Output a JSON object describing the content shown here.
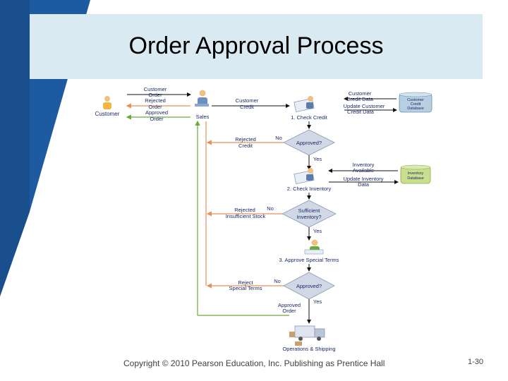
{
  "slide": {
    "title": "Order Approval Process",
    "footer": "Copyright © 2010 Pearson Education, Inc. Publishing as Prentice Hall",
    "page_number": "1-30"
  },
  "diagram": {
    "actors": {
      "customer": "Customer",
      "sales": "Sales",
      "operations": "Operations & Shipping"
    },
    "databases": {
      "credit_line1": "Customer",
      "credit_line2": "Credit",
      "credit_line3": "Database",
      "inventory_line1": "Inventory",
      "inventory_line2": "Database"
    },
    "customer_sales_flows": {
      "customer_order_1": "Customer",
      "customer_order_2": "Order",
      "rejected_order_1": "Rejected",
      "rejected_order_2": "Order",
      "approved_order_1": "Approved",
      "approved_order_2": "Order"
    },
    "steps": {
      "step1": "1. Check Credit",
      "step2": "2. Check Inventory",
      "step3": "3. Approve Special Terms"
    },
    "flows": {
      "customer_credit_1": "Customer",
      "customer_credit_2": "Credit",
      "customer_credit_data_1": "Customer",
      "customer_credit_data_2": "Credit Data",
      "update_credit_1": "Update Customer",
      "update_credit_2": "Credit Data",
      "inventory_available_1": "Inventory",
      "inventory_available_2": "Available",
      "update_inventory_1": "Update Inventory",
      "update_inventory_2": "Data",
      "rejected_credit_1": "Rejected",
      "rejected_credit_2": "Credit",
      "rejected_stock_1": "Rejected",
      "rejected_stock_2": "Insufficient Stock",
      "reject_terms_1": "Reject",
      "reject_terms_2": "Special Terms",
      "approved_order_1": "Approved",
      "approved_order_2": "Order"
    },
    "decisions": {
      "d1": "Approved?",
      "d2_line1": "Sufficient",
      "d2_line2": "Inventory?",
      "d3": "Approved?",
      "yes": "Yes",
      "no": "No"
    },
    "colors": {
      "reject_arrow": "#e8905a",
      "approve_arrow": "#6aaa3a",
      "diamond_fill": "#d0d8e6",
      "db_credit": "#b7cfe0",
      "db_inventory": "#c9df8e"
    }
  }
}
